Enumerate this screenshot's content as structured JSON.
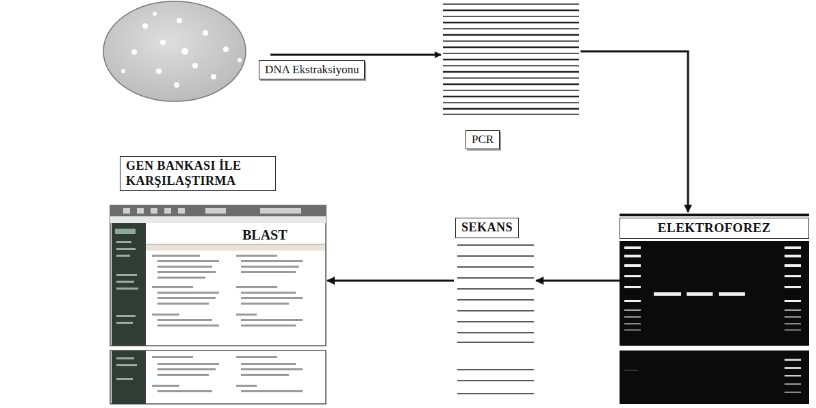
{
  "diagram": {
    "nodes": [
      {
        "text": [
          "DNA Ekstraksiyonu"
        ]
      },
      {
        "text": [
          "PCR"
        ]
      },
      {
        "text": [
          "ELEKTROFOREZ"
        ]
      },
      {
        "text": [
          "SEKANS"
        ]
      },
      {
        "text": [
          "GEN BANKASI İLE KARŞILAŞTIRMA"
        ]
      }
    ],
    "edges": [
      {
        "from": 1,
        "to": 2,
        "arrow": "to"
      },
      {
        "from": 2,
        "to": 3,
        "arrow": "to"
      },
      {
        "from": 3,
        "to": 4,
        "arrow": "to"
      }
    ],
    "labels": [
      "BLAST"
    ]
  }
}
